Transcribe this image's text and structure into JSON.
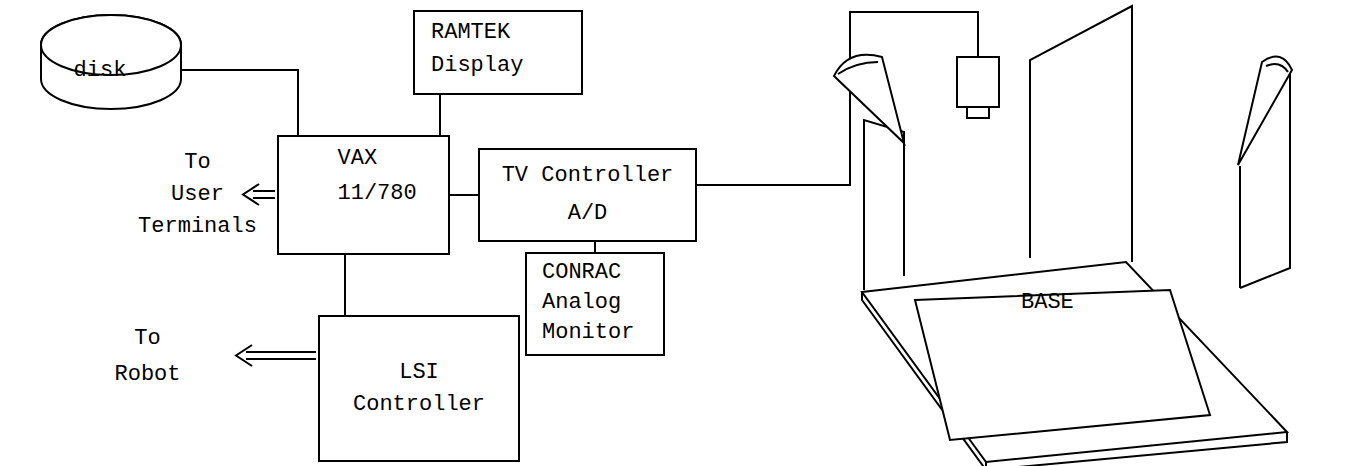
{
  "diagram": {
    "nodes": [
      {
        "text": [
          "disk"
        ]
      },
      {
        "text": [
          "RAMTEK Display"
        ]
      },
      {
        "text": [
          "VAX 11/780"
        ]
      },
      {
        "text": [
          "TV Controller A/D"
        ]
      },
      {
        "text": [
          "CONRAC Analog Monitor"
        ]
      },
      {
        "text": [
          "LSI Controller"
        ]
      },
      {
        "text": [
          "BASE"
        ]
      }
    ],
    "edges": [
      {
        "from": 0,
        "to": 2,
        "arrow": "none"
      },
      {
        "from": 1,
        "to": 2,
        "arrow": "none"
      },
      {
        "from": 2,
        "to": 3,
        "arrow": "none"
      },
      {
        "from": 3,
        "to": 4,
        "arrow": "none"
      },
      {
        "from": 2,
        "to": 5,
        "arrow": "none"
      }
    ],
    "labels": [
      "To User Terminals",
      "To Robot"
    ]
  }
}
